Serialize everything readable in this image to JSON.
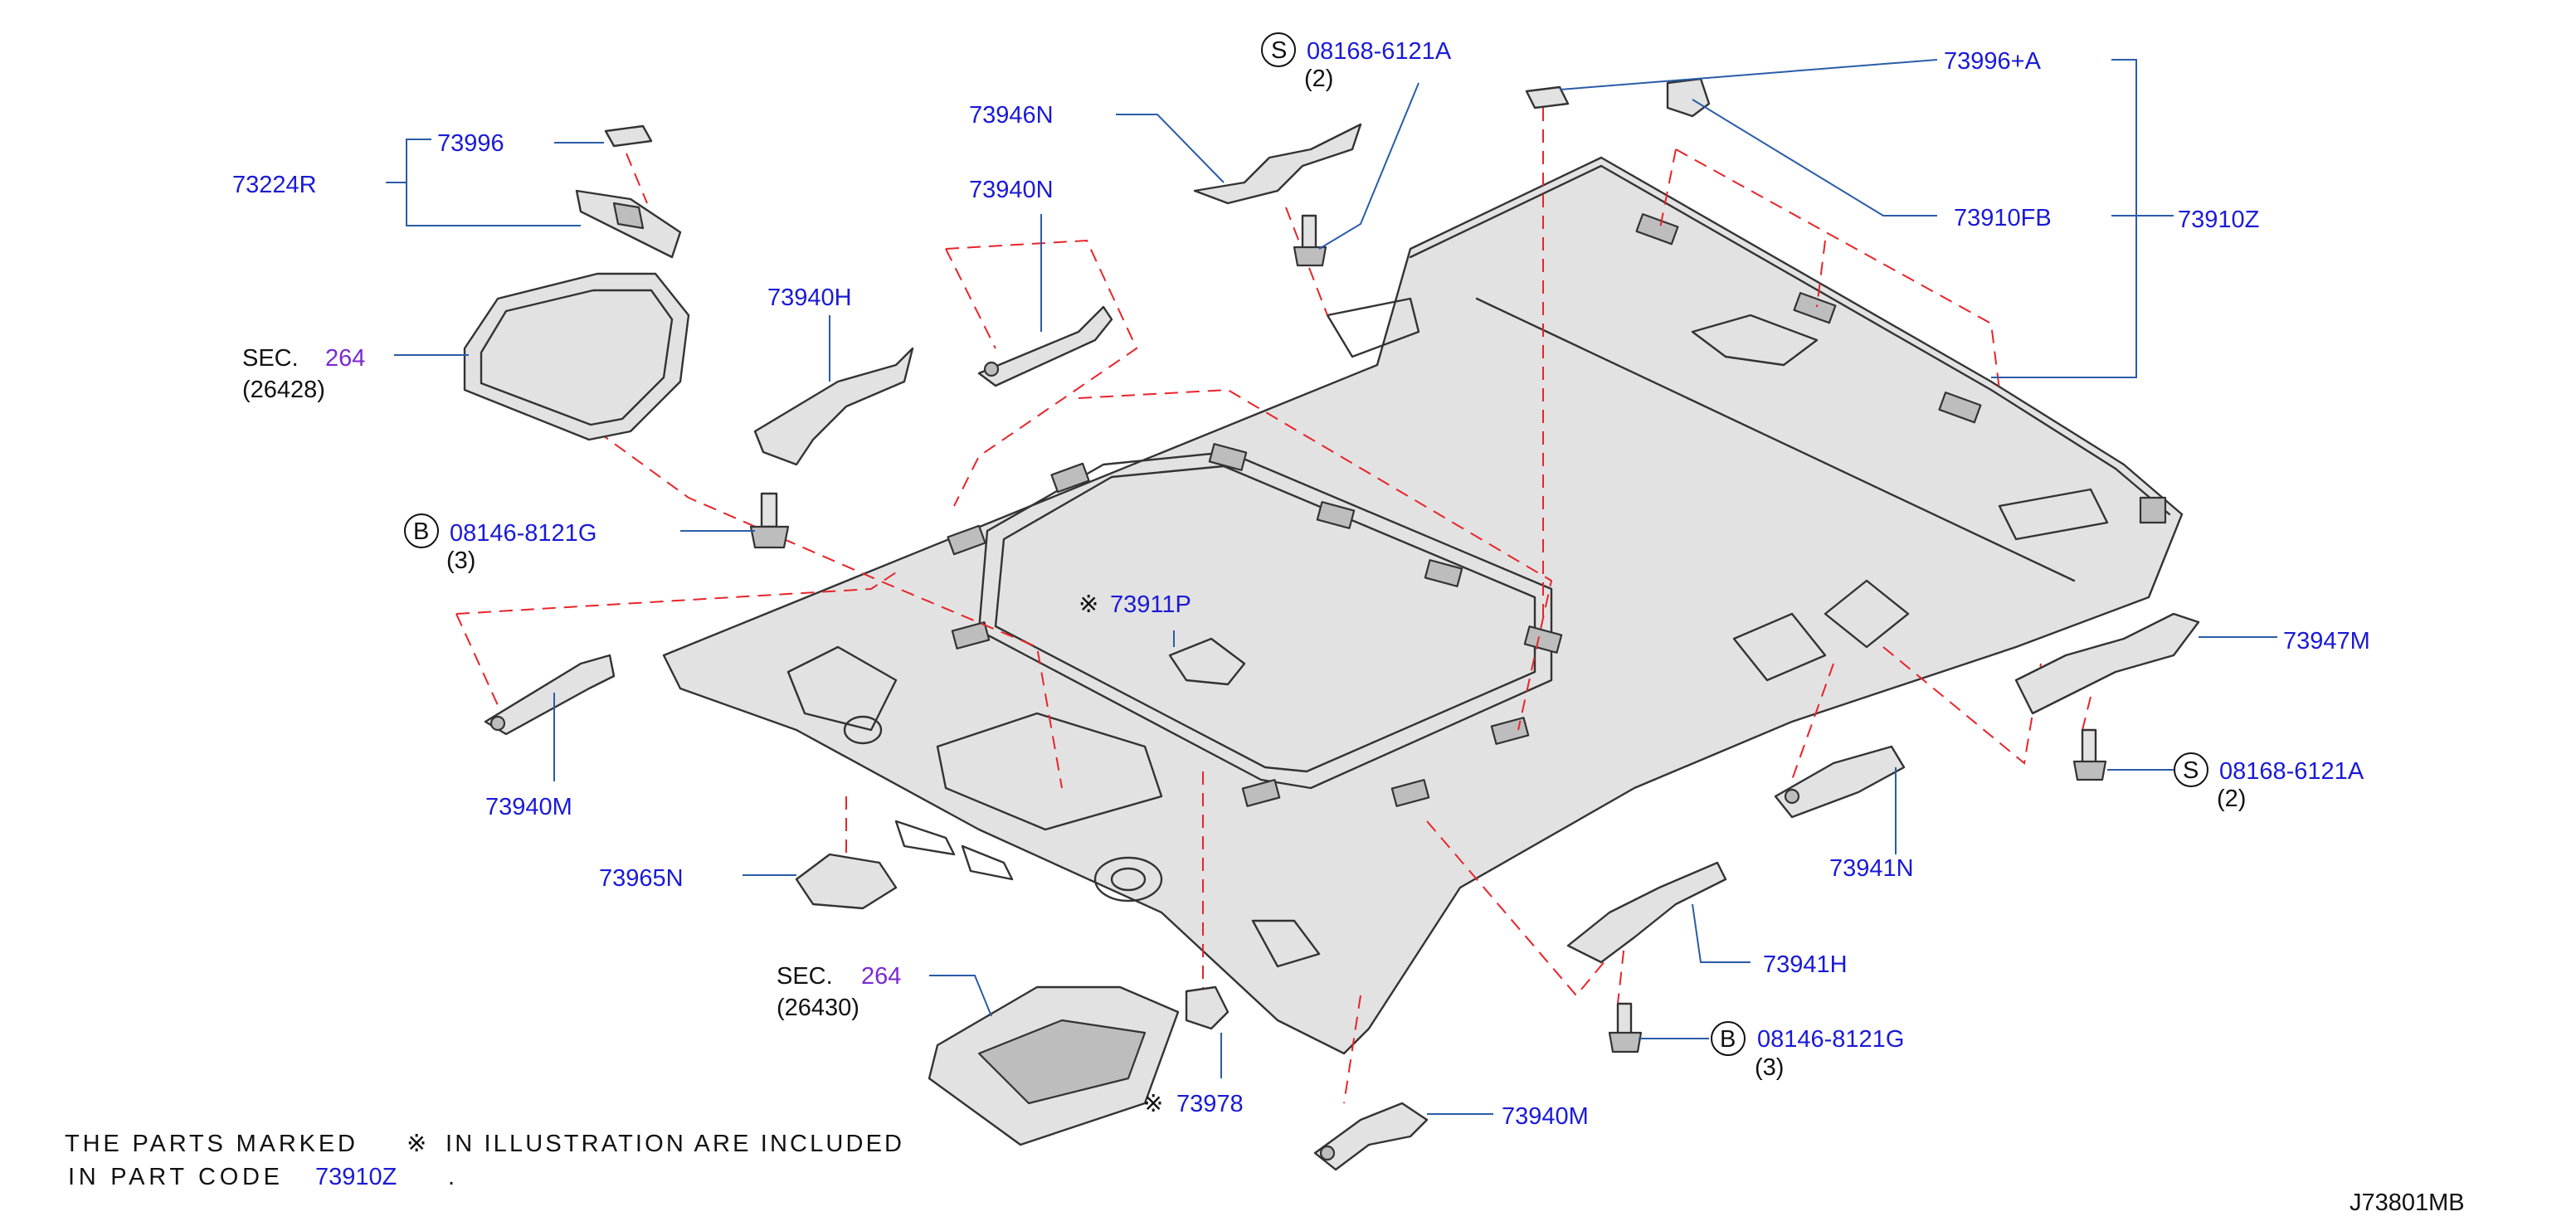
{
  "labels": {
    "p73996": "73996",
    "p73224R": "73224R",
    "sec1": "SEC.",
    "sec1_num": "264",
    "sec1_sub": "(26428)",
    "p73940H": "73940H",
    "bolt1_letter": "B",
    "bolt1_pn": "08146-8121G",
    "bolt1_qty": "(3)",
    "p73940M_left": "73940M",
    "p73965N": "73965N",
    "sec2": "SEC.",
    "sec2_num": "264",
    "sec2_sub": "(26430)",
    "p73978": "73978",
    "p73946N": "73946N",
    "p73940N": "73940N",
    "screw1_letter": "S",
    "screw1_pn": "08168-6121A",
    "screw1_qty": "(2)",
    "p73911P": "73911P",
    "p73996A": "73996+A",
    "p73910FB": "73910FB",
    "p73910Z": "73910Z",
    "p73947M": "73947M",
    "screw2_letter": "S",
    "screw2_pn": "08168-6121A",
    "screw2_qty": "(2)",
    "p73941N": "73941N",
    "p73941H": "73941H",
    "bolt2_letter": "B",
    "bolt2_pn": "08146-8121G",
    "bolt2_qty": "(3)",
    "p73940M_bottom": "73940M",
    "asterisk": "※"
  },
  "note": {
    "line1_a": "THE PARTS MARKED",
    "line1_b": "IN ILLUSTRATION ARE INCLUDED",
    "line2_a": "IN PART CODE",
    "line2_code": "73910Z",
    "line2_end": "."
  },
  "diagram_code": "J73801MB",
  "colors": {
    "part_number": "#1a1ad6",
    "section_ref": "#7a2ad0",
    "leader": "#2a5ca8",
    "dashed_guide": "#e8242a",
    "outline": "#333333"
  }
}
